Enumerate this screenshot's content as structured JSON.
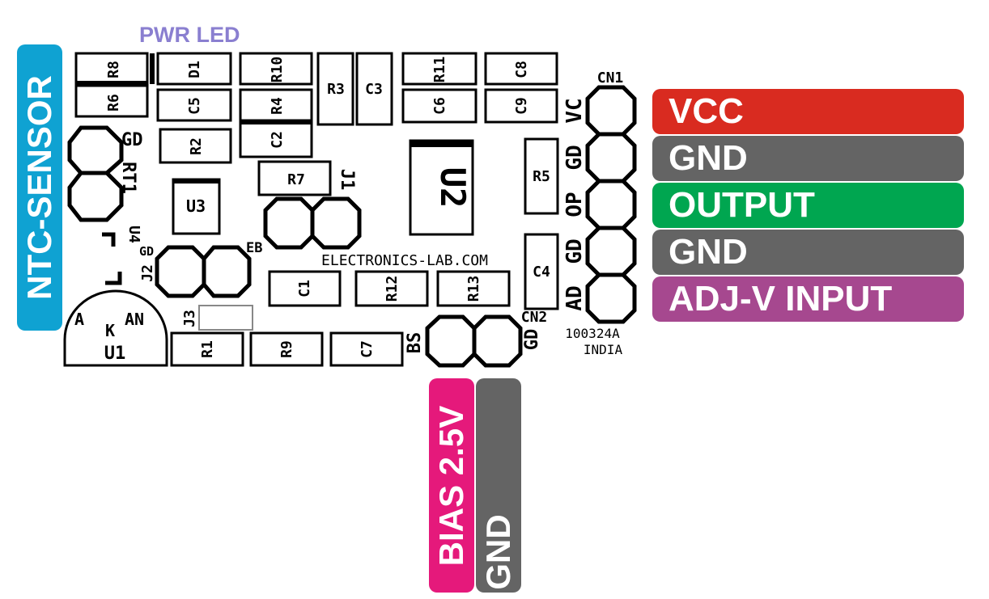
{
  "title": "PWR LED",
  "ntc_label": "NTC-SENSOR",
  "website": "ELECTRONICS-LAB.COM",
  "board_code": "100324A",
  "origin": "INDIA",
  "connectors": {
    "cn1": "CN1",
    "cn2": "CN2",
    "cn1_pin_codes": [
      "VC",
      "GD",
      "OP",
      "GD",
      "AD"
    ],
    "cn2_pin_codes": [
      "BS",
      "GD"
    ]
  },
  "pin_labels": [
    {
      "text": "VCC",
      "color": "#d92b20"
    },
    {
      "text": "GND",
      "color": "#646464"
    },
    {
      "text": "OUTPUT",
      "color": "#00a650"
    },
    {
      "text": "GND",
      "color": "#646464"
    },
    {
      "text": "ADJ-V INPUT",
      "color": "#a6488f"
    }
  ],
  "bottom_labels": [
    {
      "text": "BIAS 2.5V",
      "color": "#e5197b"
    },
    {
      "text": "GND",
      "color": "#646464"
    }
  ],
  "sidebar_color": "#0fa2d2",
  "title_color": "#8a7fd0",
  "components": {
    "R8": "R8",
    "R6": "R6",
    "D1": "D1",
    "C5": "C5",
    "R10": "R10",
    "R4": "R4",
    "C2": "C2",
    "R2": "R2",
    "R3": "R3",
    "C3": "C3",
    "R11": "R11",
    "C6": "C6",
    "C8": "C8",
    "C9": "C9",
    "R7": "R7",
    "J1": "J1",
    "U2": "U2",
    "U3": "U3",
    "R5": "R5",
    "C4": "C4",
    "RT1": "RT1",
    "U4": "U4",
    "J2": "J2",
    "J3": "J3",
    "C1": "C1",
    "R12": "R12",
    "R13": "R13",
    "R1": "R1",
    "R9": "R9",
    "C7": "C7",
    "U1": "U1",
    "A": "A",
    "K": "K",
    "AN": "AN",
    "GD": "GD",
    "EB": "EB"
  }
}
